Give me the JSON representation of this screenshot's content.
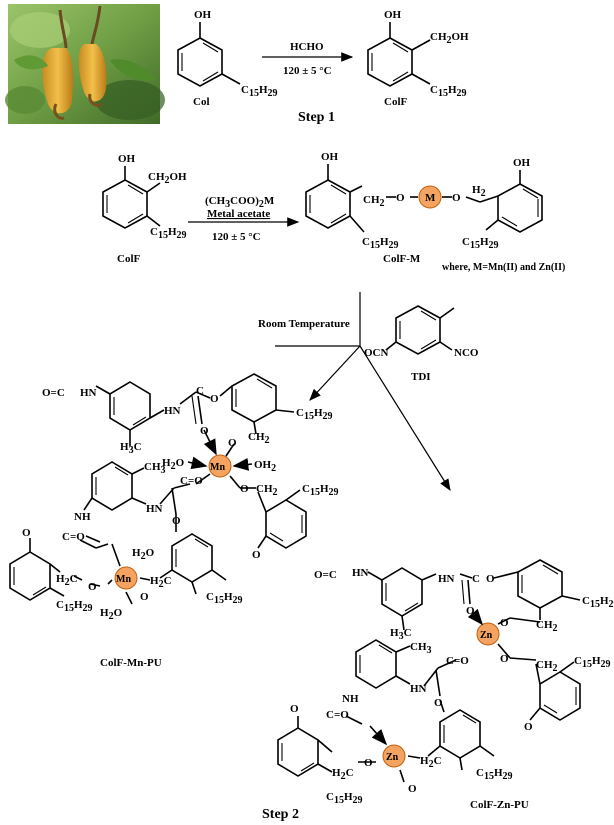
{
  "step1": {
    "reactant": "Col",
    "reagent": "HCHO",
    "condition": "120 ± 5 °C",
    "product": "ColF",
    "step_label": "Step 1"
  },
  "step_metal": {
    "reactant": "ColF",
    "reagent": "(CH3COO)2M",
    "reagent_name": "Metal acetate",
    "condition": "120 ± 5 °C",
    "product": "ColF-M",
    "metal_symbol": "M",
    "where_note": "where, M=Mn(II) and Zn(II)"
  },
  "step2": {
    "condition": "Room Temperature",
    "reagent": "TDI",
    "product_mn": "ColF-Mn-PU",
    "product_zn": "ColF-Zn-PU",
    "step_label": "Step 2"
  },
  "labels": {
    "oh": "OH",
    "ch2oh": "CH2OH",
    "c15h29": "C15H29",
    "ocn": "OCN",
    "nco": "NCO",
    "h2o": "H2O",
    "oh2": "OH2",
    "mn": "Mn",
    "zn": "Zn",
    "hn": "HN",
    "nh": "NH",
    "ch3": "CH3",
    "h3c": "H3C",
    "o": "O",
    "h2c": "H2C",
    "ch2": "CH2"
  },
  "colors": {
    "metal_fill": "#f4a460",
    "cashew_fruit": "#e8a531",
    "leaf": "#4f8a2b"
  }
}
